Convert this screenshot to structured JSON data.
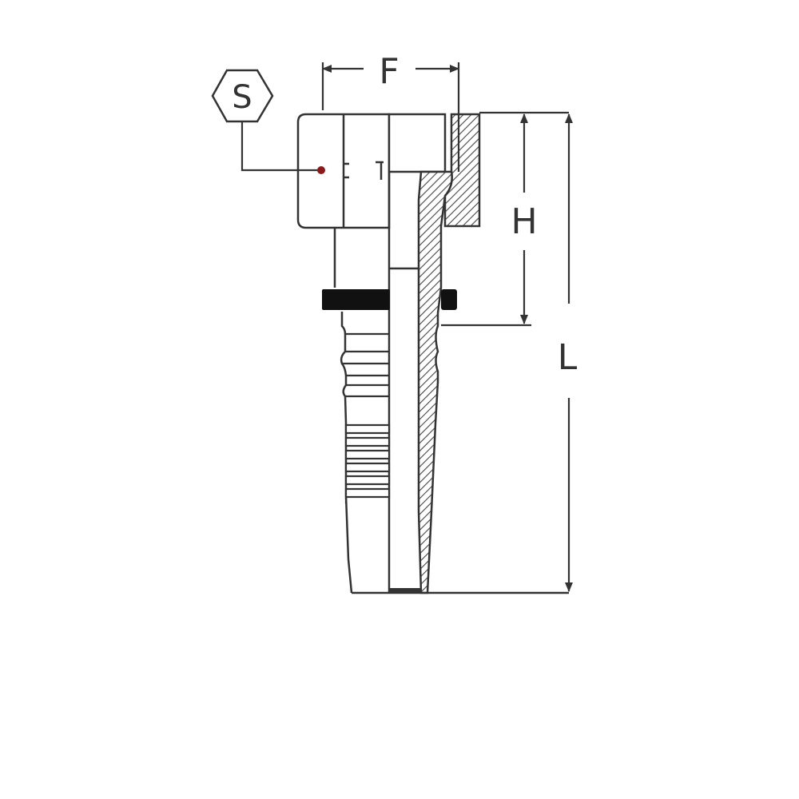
{
  "diagram": {
    "labels": {
      "wrench_size": "S",
      "width": "F",
      "height": "H",
      "length": "L"
    },
    "colors": {
      "line": "#333333",
      "fill": "#ffffff",
      "seal": "#111111",
      "marker": "#8b1a1a"
    }
  }
}
